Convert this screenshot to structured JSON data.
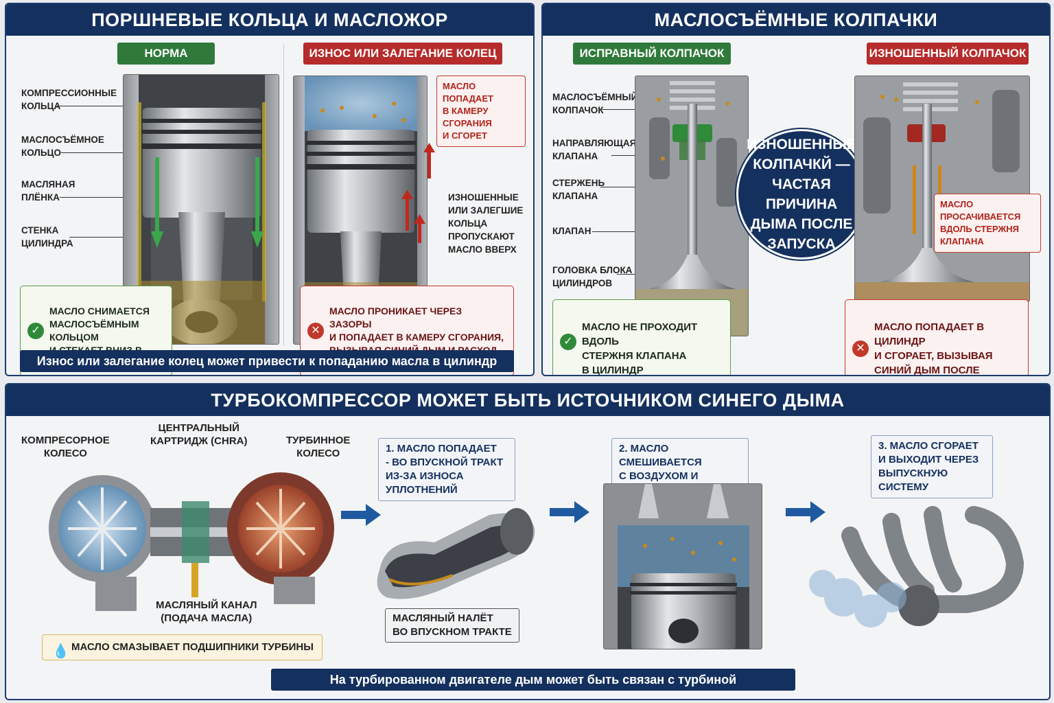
{
  "piston": {
    "title": "ПОРШНЕВЫЕ КОЛЬЦА И МАСЛОЖОР",
    "tag_normal": "НОРМА",
    "tag_worn": "ИЗНОС ИЛИ ЗАЛЕГАНИЕ КОЛЕЦ",
    "labels": {
      "compression": "КОМПРЕССИОННЫЕ\nКОЛЬЦА",
      "oil_ring": "МАСЛОСЪЁМНОЕ\nКОЛЬЦО",
      "oil_film": "МАСЛЯНАЯ\nПЛЁНКА",
      "wall": "СТЕНКА\nЦИЛИНДРА"
    },
    "callout_top": "МАСЛО ПОПАДАЕТ\nВ КАМЕРУ СГОРАНИЯ\nИ СГОРЕТ",
    "callout_rings": "ИЗНОШЕННЫЕ\nИЛИ ЗАЛЕГШИЕ\nКОЛЬЦА\nПРОПУСКАЮТ\nМАСЛО ВВЕРХ",
    "note_ok": "МАСЛО СНИМАЕТСЯ\nМАСЛОСЪЁМНЫМ КОЛЬЦОМ\nИ СТЕКАЕТ ВНИЗ В КАРТЕР",
    "note_bad": "МАСЛО ПРОНИКАЕТ ЧЕРЕЗ ЗАЗОРЫ\nИ ПОПАДАЕТ В КАМЕРУ СГОРАНИЯ,\nВЫЗЫВАЯ СИНИЙ ДЫМ И РАСХОД МАСЛА",
    "footer": "Износ или залегание колец может привести к попаданию масла в цилиндр"
  },
  "seals": {
    "title": "МАСЛОСЪЁМНЫЕ КОЛПАЧКИ",
    "tag_ok": "ИСПРАВНЫЙ КОЛПАЧОК",
    "tag_worn": "ИЗНОШЕННЫЙ КОЛПАЧОК",
    "labels": {
      "seal": "МАСЛОСЪЁМНЫЙ\nКОЛПАЧОК",
      "guide": "НАПРАВЛЯЮЩАЯ\nКЛАПАНА",
      "stem": "СТЕРЖЕНЬ\nКЛАПАНА",
      "valve": "КЛАПАН",
      "head": "ГОЛОВКА БЛОКА\nЦИЛИНДРОВ"
    },
    "circle": "ИЗНОШЕННЫЕ\nКОЛПАЧКЙ —\nЧАСТАЯ ПРИЧИНА\nДЫМА ПОСЛЕ\nЗАПУСКА",
    "callout_leak": "МАСЛО ПРОСАЧИВАЕТСЯ\nВДОЛЬ СТЕРЖНЯ\nКЛАПАНА",
    "note_ok": "МАСЛО НЕ ПРОХОДИТ ВДОЛЬ\nСТЕРЖНЯ КЛАПАНА\nВ ЦИЛИНДР",
    "note_bad": "МАСЛО ПОПАДАЕТ В ЦИЛИНДР\nИ СГОРАЕТ, ВЫЗЫВАЯ\nСИНИЙ ДЫМ ПОСЛЕ ЗАПУСКА"
  },
  "turbo": {
    "title": "ТУРБОКОМПРЕССОР МОЖЕТ БЫТЬ ИСТОЧНИКОМ СИНЕГО ДЫМА",
    "labels": {
      "compressor": "КОМПРЕСОРНОЕ\nКОЛЕСО",
      "chra": "ЦЕНТРАЛЬНЫЙ\nКАРТРИДЖ (CHRA)",
      "turbine": "ТУРБИННОЕ\nКОЛЕСО",
      "oil_channel": "МАСЛЯНЫЙ КАНАЛ\n(ПОДАЧА МАСЛА)"
    },
    "oil_note": "МАСЛО СМАЗЫВАЕТ ПОДШИПНИКИ ТУРБИНЫ",
    "step1": "1. МАСЛО ПОПАДАЕТ\n  - ВО ВПУСКНОЙ ТРАКТ\nИЗ-ЗА ИЗНОСА УПЛОТНЕНИЙ",
    "step2": "2. МАСЛО СМЕШИВАЕТСЯ\nС ВОЗДУХОМ И ПОПАДАЕТ\nВ ЦИЛИНДРЫ",
    "step3": "3. МАСЛО СГОРАЕТ\nИ ВЫХОДИТ ЧЕРЕЗ\nВЫПУСКНУЮ СИСТЕМУ",
    "intake_label": "МАСЛЯНЫЙ НАЛЁТ\nВО ВПУСКНОМ ТРАКТЕ",
    "footer": "На турбированном двигателе дым может быть связан с турбиной"
  }
}
